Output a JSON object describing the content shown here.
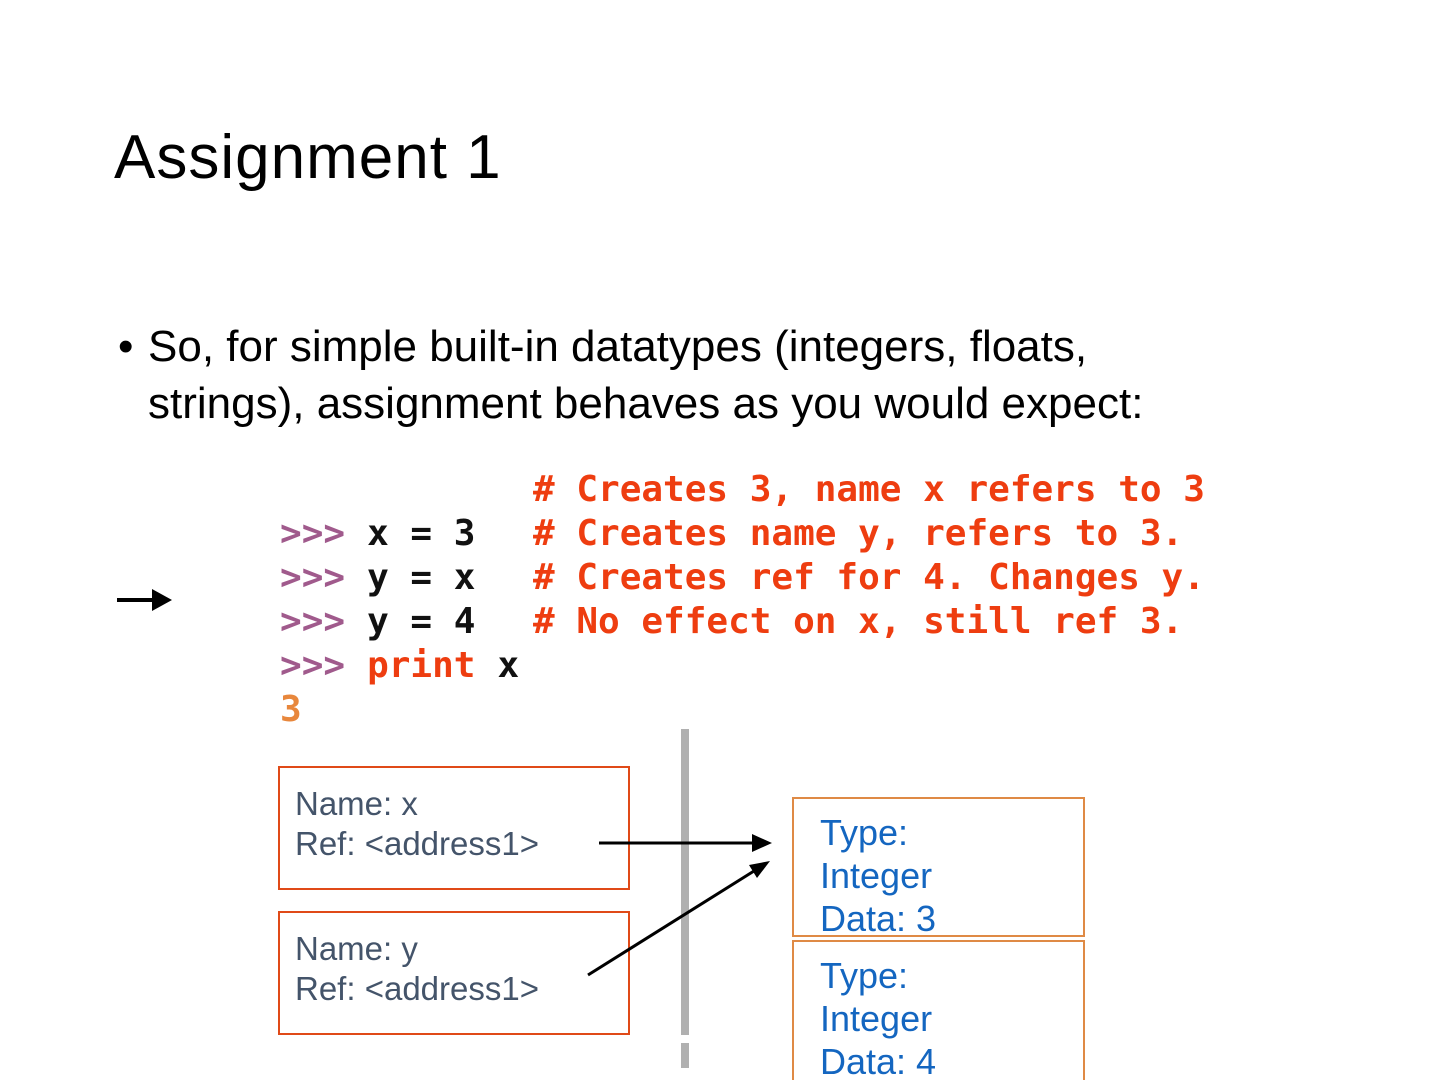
{
  "slide_title": "Assignment 1",
  "bullet": {
    "marker": "•",
    "line1": "So, for simple built-in datatypes (integers, floats,",
    "line2": "strings), assignment behaves as you would expect:"
  },
  "code": {
    "lines": [
      {
        "prompt": ">>>",
        "source": "x = 3",
        "comment": "# Creates 3, name x refers to 3"
      },
      {
        "prompt": ">>>",
        "source": "y = x",
        "comment": "# Creates name y, refers to 3."
      },
      {
        "prompt": ">>>",
        "source": "y = 4",
        "comment": "# Creates ref for 4. Changes y."
      },
      {
        "prompt": ">>>",
        "keyword": "print",
        "source": "x",
        "comment": "# No effect on x, still ref 3."
      },
      {
        "output": "3"
      }
    ]
  },
  "diagram": {
    "name_boxes": [
      {
        "name_line": "Name: x",
        "ref_line": "Ref: <address1>"
      },
      {
        "name_line": "Name: y",
        "ref_line": "Ref: <address1>"
      }
    ],
    "object_boxes": [
      {
        "type_label": "Type:",
        "type_value": "Integer",
        "data_line": "Data: 3"
      },
      {
        "type_label": "Type:",
        "type_value": "Integer",
        "data_line": "Data: 4"
      }
    ]
  },
  "colors": {
    "prompt": "#a05a8c",
    "keyword": "#ee3d10",
    "comment": "#ee3d10",
    "output": "#e8873c",
    "name_box_border": "#e04a18",
    "name_box_text": "#44546a",
    "object_box_border": "#df8a45",
    "object_box_text": "#1466c0",
    "divider": "#b0b0b0",
    "arrow": "#000000"
  }
}
